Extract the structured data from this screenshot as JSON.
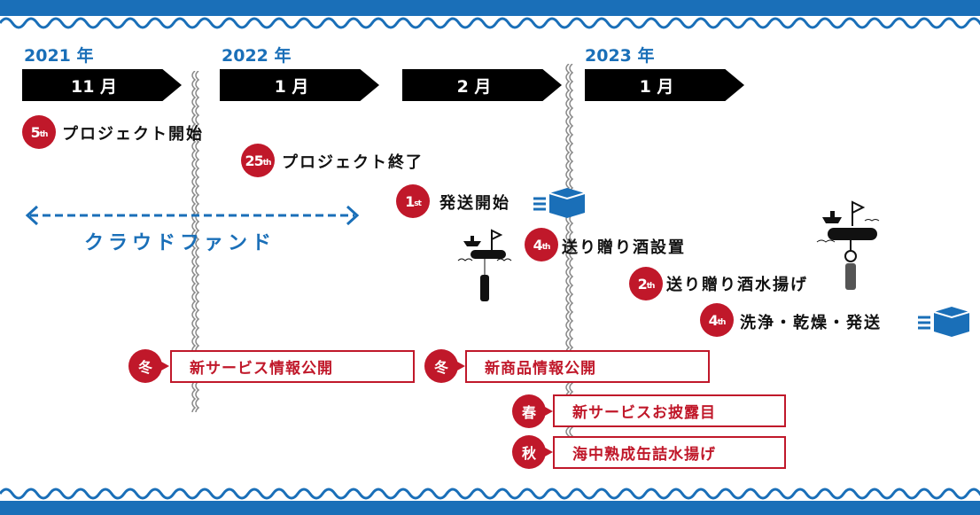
{
  "colors": {
    "blue": "#1a6fb8",
    "red": "#c0182a",
    "black": "#000000"
  },
  "years": [
    "2021 年",
    "2022 年",
    "2023 年"
  ],
  "months": [
    "11 月",
    "1 月",
    "2 月",
    "1 月"
  ],
  "events": [
    {
      "day": "5",
      "suffix": "th",
      "label": "プロジェクト開始"
    },
    {
      "day": "25",
      "suffix": "th",
      "label": "プロジェクト終了"
    },
    {
      "day": "1",
      "suffix": "st",
      "label": "発送開始",
      "icon": "shipping-box-icon"
    },
    {
      "day": "4",
      "suffix": "th",
      "label": "送り贈り酒設置",
      "icon": "raft-sinking-bottle-icon"
    },
    {
      "day": "2",
      "suffix": "th",
      "label": "送り贈り酒水揚げ",
      "icon": "raft-lifting-bottle-icon"
    },
    {
      "day": "4",
      "suffix": "th",
      "label": "洗浄・乾燥・発送",
      "icon": "shipping-box-icon"
    }
  ],
  "crowdfunding": "クラウドファンド",
  "seasonal": [
    {
      "season": "冬",
      "label": "新サービス情報公開"
    },
    {
      "season": "冬",
      "label": "新商品情報公開"
    },
    {
      "season": "春",
      "label": "新サービスお披露目"
    },
    {
      "season": "秋",
      "label": "海中熟成缶詰水揚げ"
    }
  ]
}
